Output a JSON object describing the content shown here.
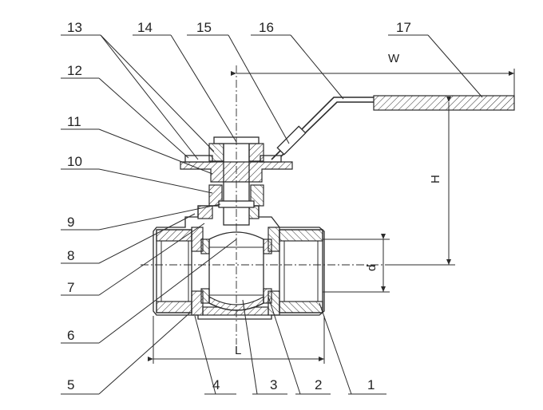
{
  "part_numbers": [
    "1",
    "2",
    "3",
    "4",
    "5",
    "6",
    "7",
    "8",
    "9",
    "10",
    "11",
    "12",
    "13",
    "14",
    "15",
    "16",
    "17"
  ],
  "dimensions": {
    "width": "W",
    "height": "H",
    "length": "L",
    "diameter": "d"
  },
  "colors": {
    "line": "#2b2b2b",
    "background": "#ffffff"
  }
}
